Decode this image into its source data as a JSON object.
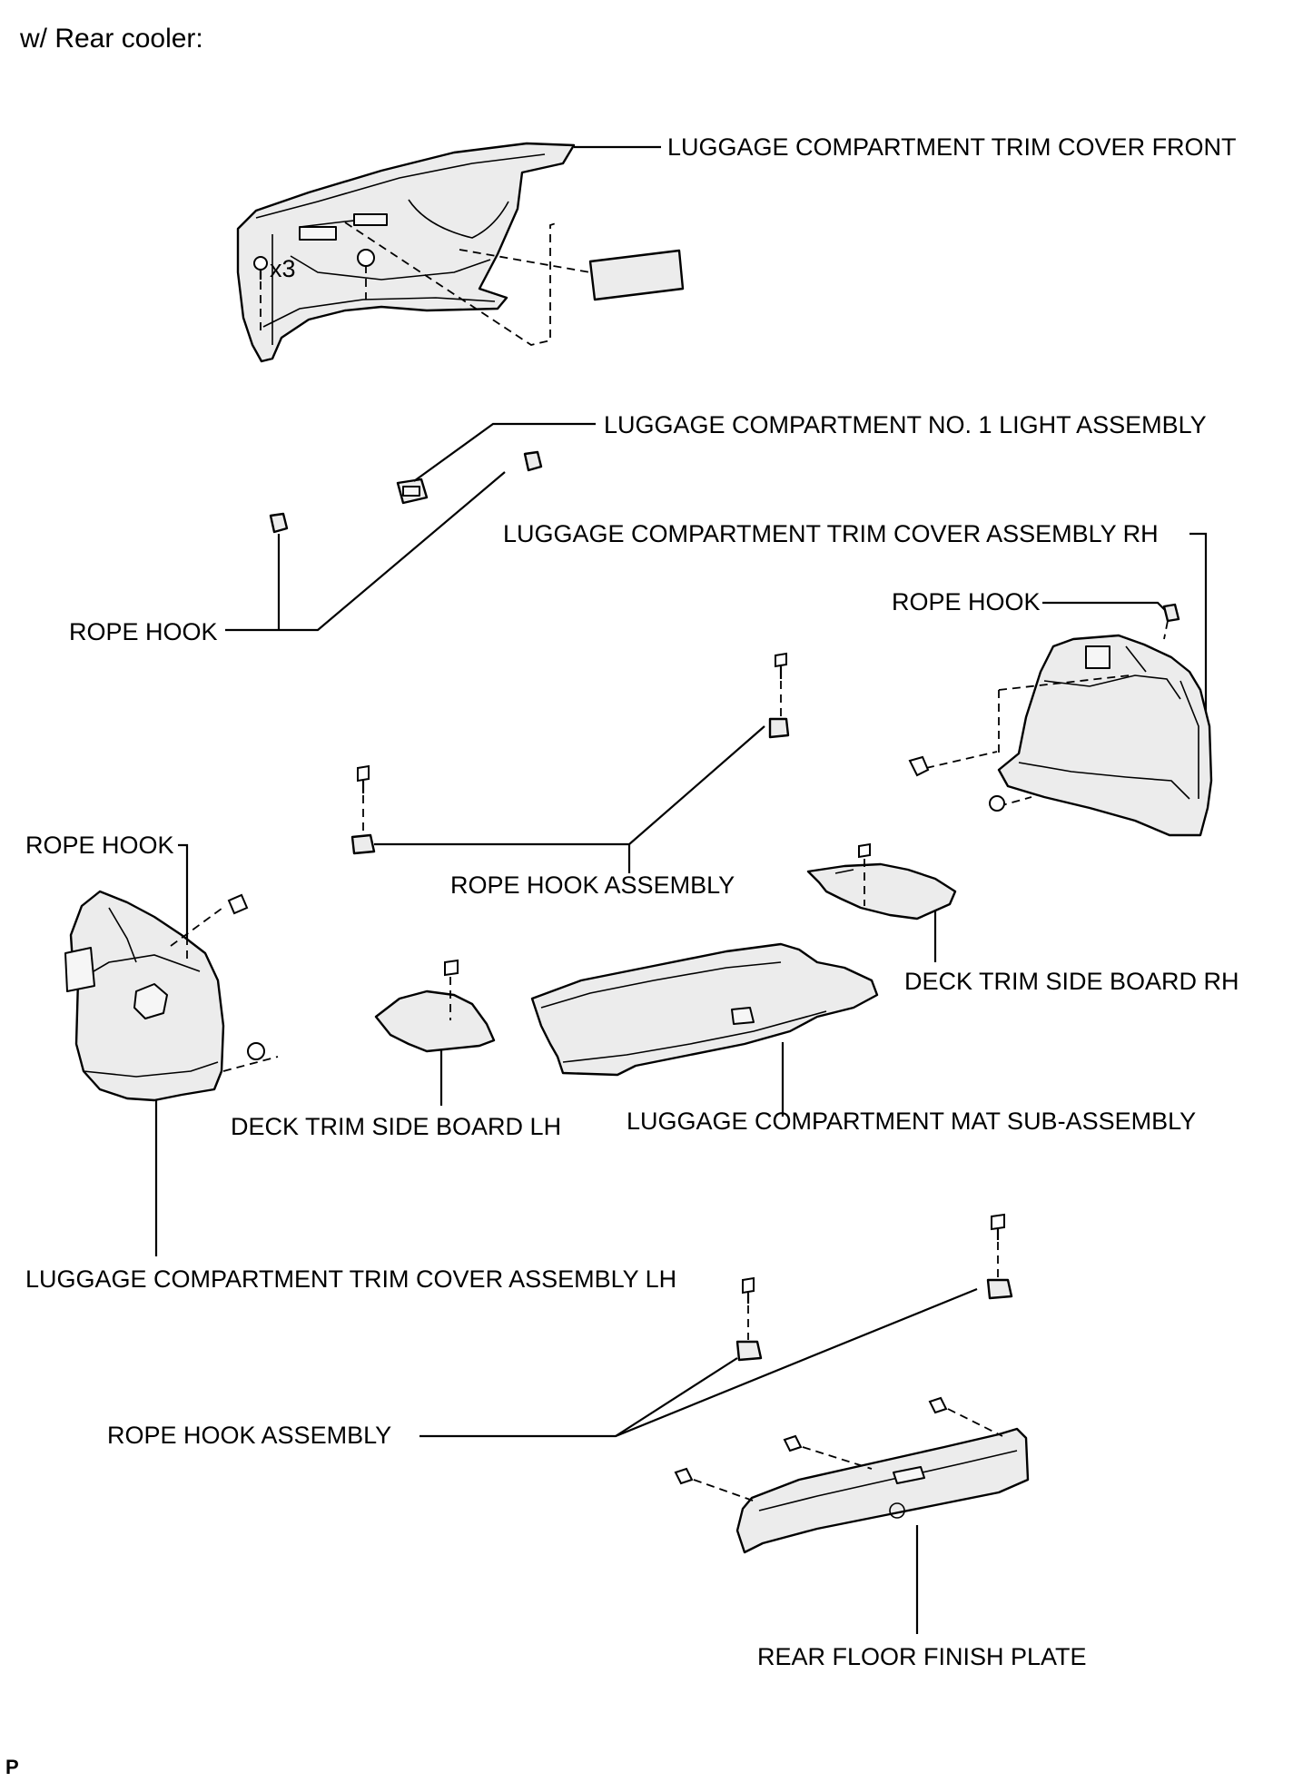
{
  "header": {
    "title": "w/ Rear cooler:"
  },
  "labels": {
    "trim_cover_front": "LUGGAGE COMPARTMENT TRIM COVER FRONT",
    "qty_x3": "x3",
    "light_assembly": "LUGGAGE COMPARTMENT NO. 1 LIGHT ASSEMBLY",
    "trim_cover_rh": "LUGGAGE COMPARTMENT TRIM COVER ASSEMBLY RH",
    "rope_hook_rh": "ROPE HOOK",
    "rope_hook_left": "ROPE HOOK",
    "rope_hook_lh": "ROPE HOOK",
    "rope_hook_assembly_mid": "ROPE HOOK ASSEMBLY",
    "deck_board_rh": "DECK TRIM SIDE BOARD RH",
    "deck_board_lh": "DECK TRIM SIDE BOARD LH",
    "mat_sub_assembly": "LUGGAGE COMPARTMENT MAT SUB-ASSEMBLY",
    "trim_cover_lh": "LUGGAGE COMPARTMENT TRIM COVER ASSEMBLY LH",
    "rope_hook_assembly_low": "ROPE HOOK ASSEMBLY",
    "rear_floor_plate": "REAR FLOOR FINISH PLATE"
  },
  "footer": {
    "code": "P"
  }
}
